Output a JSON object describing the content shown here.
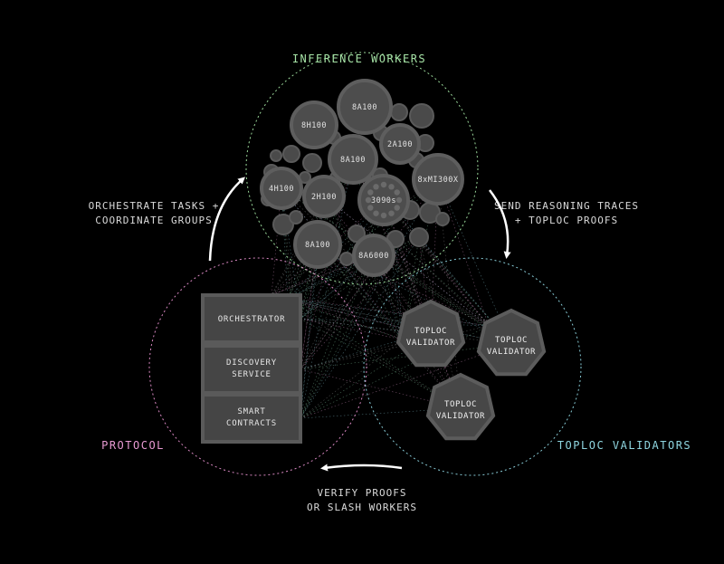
{
  "sections": {
    "inference": {
      "title": "INFERENCE WORKERS",
      "color": "#a6e3a6"
    },
    "protocol": {
      "title": "PROTOCOL",
      "color": "#e89ad2"
    },
    "validators": {
      "title": "TOPLOC VALIDATORS",
      "color": "#8fd6e0"
    }
  },
  "flows": {
    "left": [
      "ORCHESTRATE TASKS +",
      "COORDINATE GROUPS"
    ],
    "right": [
      "SEND REASONING TRACES",
      "+ TOPLOC PROOFS"
    ],
    "bottom": [
      "VERIFY PROOFS",
      "OR SLASH WORKERS"
    ]
  },
  "workers": [
    {
      "label": "8A100"
    },
    {
      "label": "8H100"
    },
    {
      "label": "2A100"
    },
    {
      "label": "8A100"
    },
    {
      "label": "4H100"
    },
    {
      "label": "2H100"
    },
    {
      "label": "3090s"
    },
    {
      "label": "8xMI300X"
    },
    {
      "label": "8A100"
    },
    {
      "label": "8A6000"
    }
  ],
  "protocol_boxes": [
    {
      "lines": [
        "ORCHESTRATOR"
      ]
    },
    {
      "lines": [
        "DISCOVERY",
        "SERVICE"
      ]
    },
    {
      "lines": [
        "SMART",
        "CONTRACTS"
      ]
    }
  ],
  "validators": [
    {
      "lines": [
        "TOPLOC",
        "VALIDATOR"
      ]
    },
    {
      "lines": [
        "TOPLOC",
        "VALIDATOR"
      ]
    },
    {
      "lines": [
        "TOPLOC",
        "VALIDATOR"
      ]
    }
  ]
}
